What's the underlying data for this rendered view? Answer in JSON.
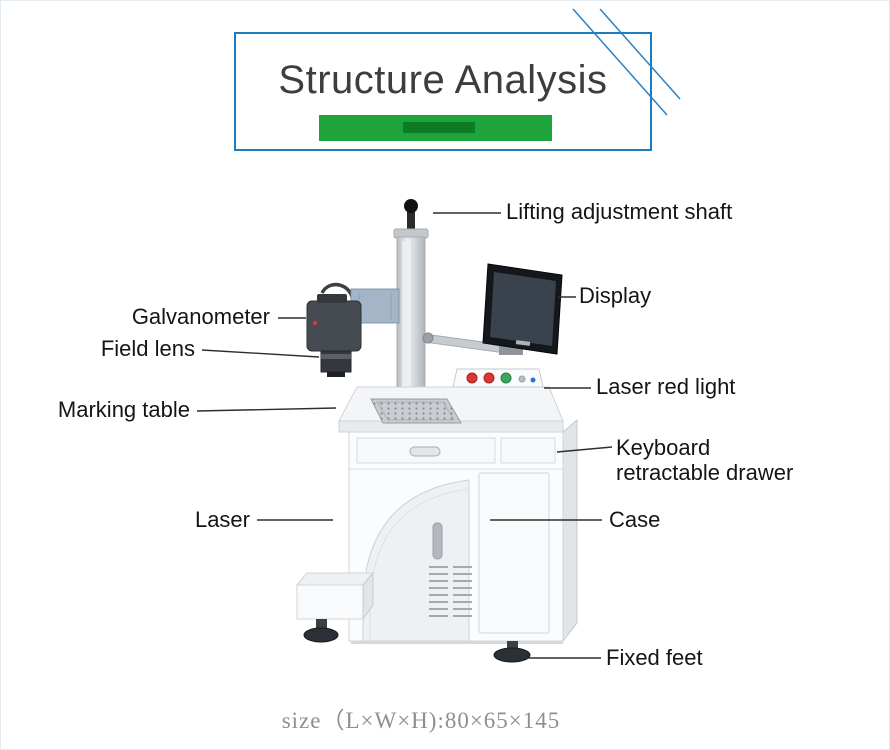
{
  "title": "Structure Analysis",
  "size_caption": "size（L×W×H):80×65×145",
  "labels": {
    "lifting_adjustment_shaft": "Lifting adjustment shaft",
    "display": "Display",
    "galvanometer": "Galvanometer",
    "field_lens": "Field lens",
    "laser_red_light": "Laser red light",
    "marking_table": "Marking table",
    "keyboard_retractable_drawer": "Keyboard retractable drawer",
    "laser": "Laser",
    "case": "Case",
    "fixed_feet": "Fixed feet"
  },
  "colors": {
    "accent_blue": "#1d7cbd",
    "underline_green": "#1fa33b",
    "underline_green_dark": "#0c7a27",
    "leader_line": "#2e2e2e"
  }
}
